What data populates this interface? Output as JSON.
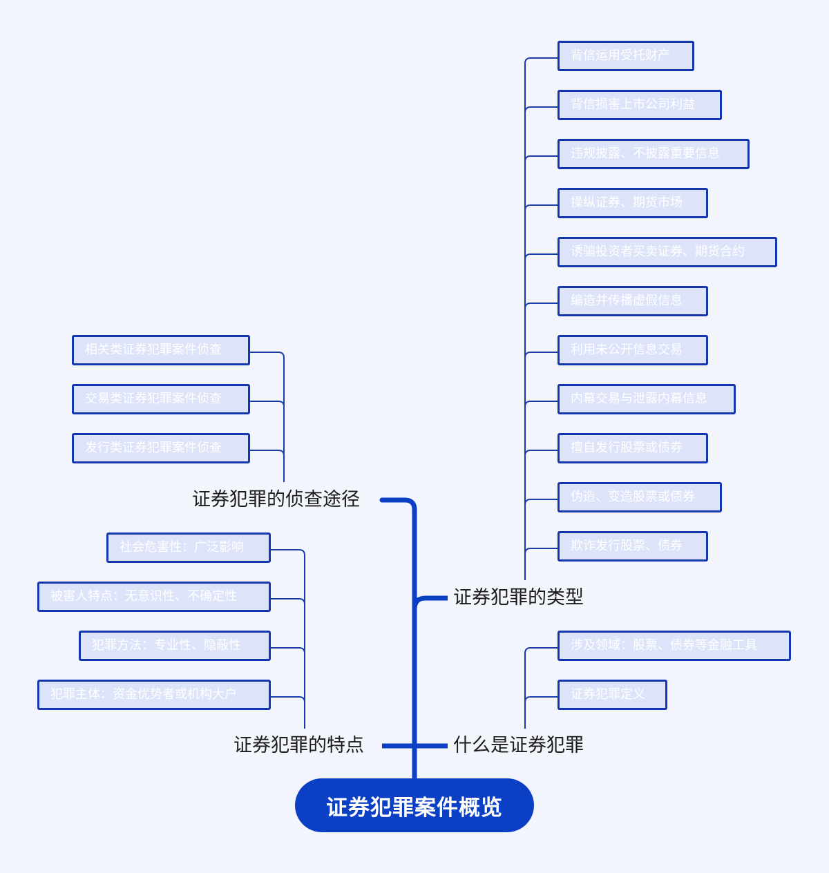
{
  "root": {
    "label": "证券犯罪案件概览"
  },
  "branches": {
    "types": {
      "label": "证券犯罪的类型"
    },
    "what": {
      "label": "什么是证券犯罪"
    },
    "investigation": {
      "label": "证券犯罪的侦查途径"
    },
    "features": {
      "label": "证券犯罪的特点"
    }
  },
  "types_items": [
    "背信运用受托财产",
    "背信损害上市公司利益",
    "违规披露、不披露重要信息",
    "操纵证券、期货市场",
    "诱骗投资者买卖证券、期货合约",
    "编造并传播虚假信息",
    "利用未公开信息交易",
    "内幕交易与泄露内幕信息",
    "擅自发行股票或债券",
    "伪造、变造股票或债券",
    "欺诈发行股票、债券"
  ],
  "what_items": [
    "涉及领域：股票、债券等金融工具",
    "证券犯罪定义"
  ],
  "investigation_items": [
    "相关类证券犯罪案件侦查",
    "交易类证券犯罪案件侦查",
    "发行类证券犯罪案件侦查"
  ],
  "features_items": [
    "社会危害性：广泛影响",
    "被害人特点：无意识性、不确定性",
    "犯罪方法：专业性、隐蔽性",
    "犯罪主体：资金优势者或机构大户"
  ],
  "colors": {
    "background": "#f3f5fd",
    "primary": "#0b3fc4",
    "leaf_fill": "#dde3f9",
    "leaf_border": "#1437b0",
    "connector": "#1a3ea8"
  }
}
